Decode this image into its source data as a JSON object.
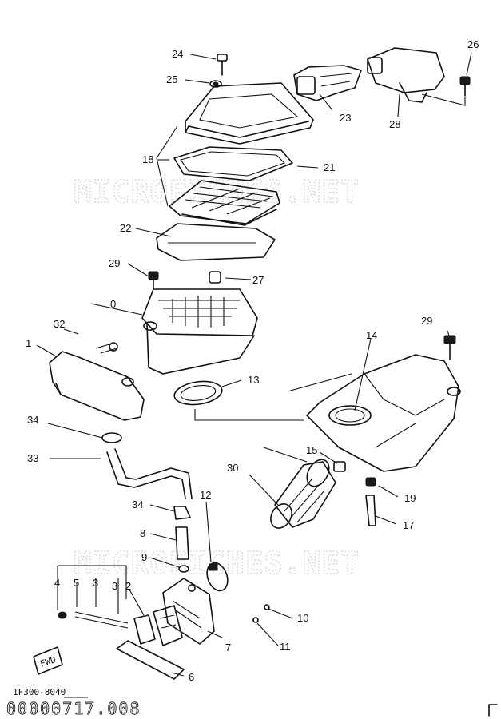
{
  "watermark": "MICROFICHES.NET",
  "part_code": "1F300-8040",
  "ref_code": "00000717.008",
  "fwd_mark": "FWD",
  "callouts": [
    {
      "id": "c24",
      "text": "24"
    },
    {
      "id": "c25",
      "text": "25"
    },
    {
      "id": "c23",
      "text": "23"
    },
    {
      "id": "c26",
      "text": "26"
    },
    {
      "id": "c28",
      "text": "28"
    },
    {
      "id": "c18",
      "text": "18"
    },
    {
      "id": "c21",
      "text": "21"
    },
    {
      "id": "c22",
      "text": "22"
    },
    {
      "id": "c29a",
      "text": "29"
    },
    {
      "id": "c27",
      "text": "27"
    },
    {
      "id": "c10a",
      "text": "0"
    },
    {
      "id": "c32",
      "text": "32"
    },
    {
      "id": "c1",
      "text": "1"
    },
    {
      "id": "c14",
      "text": "14"
    },
    {
      "id": "c29b",
      "text": "29"
    },
    {
      "id": "c13",
      "text": "13"
    },
    {
      "id": "c34a",
      "text": "34"
    },
    {
      "id": "c33",
      "text": "33"
    },
    {
      "id": "c30",
      "text": "30"
    },
    {
      "id": "c15",
      "text": "15"
    },
    {
      "id": "c19",
      "text": "19"
    },
    {
      "id": "c17",
      "text": "17"
    },
    {
      "id": "c12",
      "text": "12"
    },
    {
      "id": "c34b",
      "text": "34"
    },
    {
      "id": "c8",
      "text": "8"
    },
    {
      "id": "c9",
      "text": "9"
    },
    {
      "id": "c4",
      "text": "4"
    },
    {
      "id": "c5",
      "text": "5"
    },
    {
      "id": "c3a",
      "text": "3"
    },
    {
      "id": "c3b",
      "text": "3"
    },
    {
      "id": "c2",
      "text": "2"
    },
    {
      "id": "c10",
      "text": "10"
    },
    {
      "id": "c7",
      "text": "7"
    },
    {
      "id": "c11",
      "text": "11"
    },
    {
      "id": "c6",
      "text": "6"
    }
  ]
}
